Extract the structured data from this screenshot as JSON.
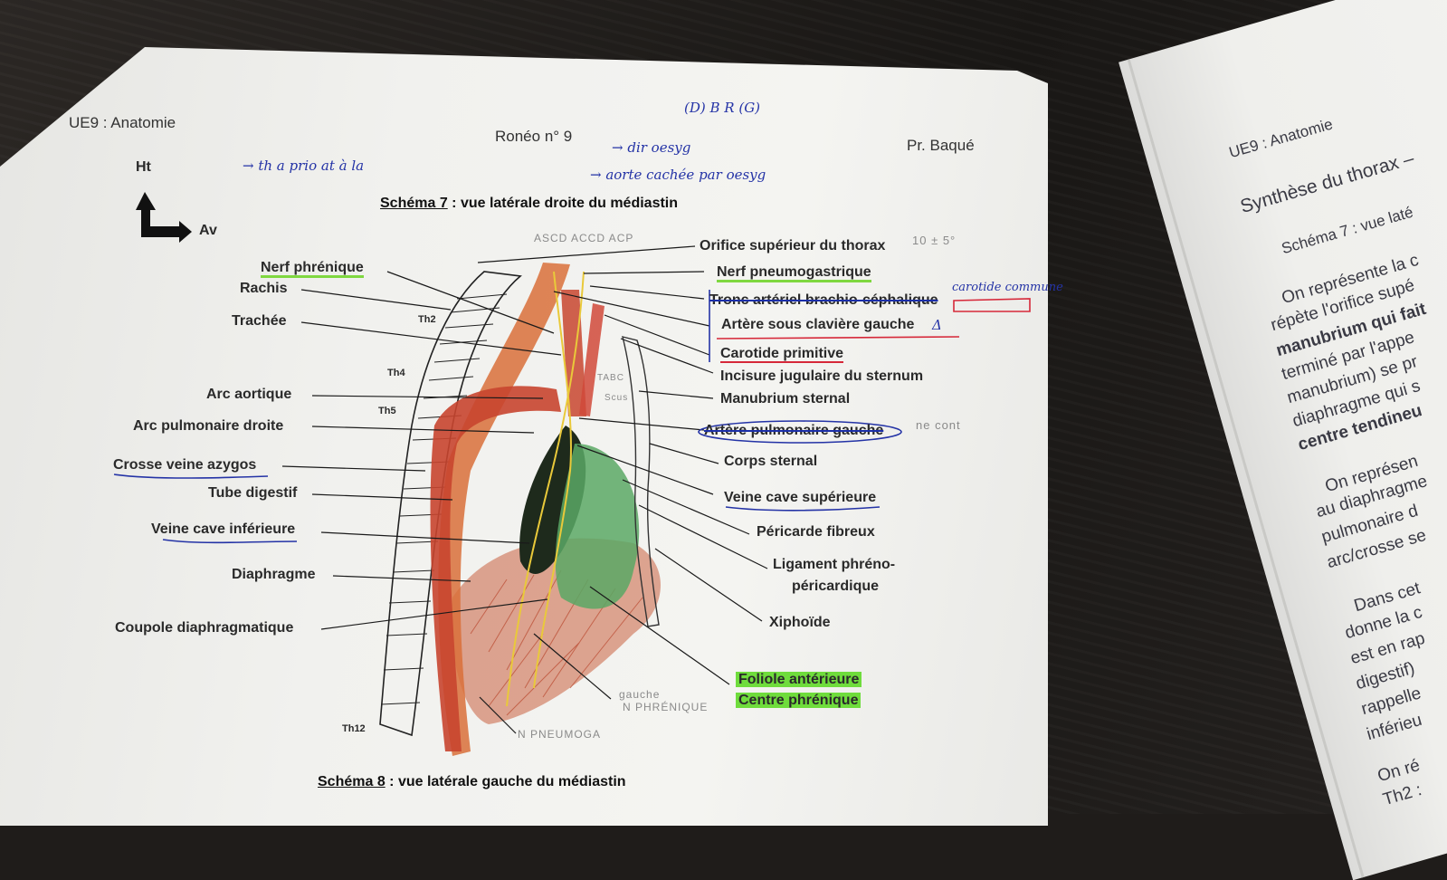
{
  "header": {
    "course": "UE9 : Anatomie",
    "roneo": "Ronéo n° 9",
    "professor": "Pr. Baqué"
  },
  "schema7": {
    "num": "Schéma 7",
    "desc": " : vue latérale droite du médiastin"
  },
  "schema8": {
    "num": "Schéma 8",
    "desc": " : vue latérale gauche du médiastin"
  },
  "orientation": {
    "up": "Ht",
    "forward": "Av"
  },
  "vertebrae": [
    "Th2",
    "Th4",
    "Th5",
    "Th12"
  ],
  "labels_left": [
    "Nerf phrénique",
    "Rachis",
    "Trachée",
    "Arc aortique",
    "Arc pulmonaire droite",
    "Crosse veine azygos",
    "Tube digestif",
    "Veine cave inférieure",
    "Diaphragme",
    "Coupole diaphragmatique"
  ],
  "labels_right": [
    "Orifice supérieur du thorax",
    "Nerf pneumogastrique",
    "Tronc artériel brachio-céphalique",
    "Artère sous clavière gauche",
    "Carotide primitive",
    "Incisure jugulaire du sternum",
    "Manubrium sternal",
    "Artère pulmonaire gauche",
    "Corps sternal",
    "Veine cave supérieure",
    "Péricarde fibreux",
    "Ligament phréno-",
    "péricardique",
    "Xiphoïde",
    "Foliole antérieure",
    "Centre phrénique"
  ],
  "pencil_notes": [
    "ASCD ACCD ACP",
    "TABC",
    "Scus",
    "gauche",
    "N PHRÉNIQUE",
    "N PNEUMOGA"
  ],
  "handwritten": {
    "top1": "(D) B R (G)",
    "top2": "→ dir oesyg",
    "top3": "→ aorte cachée par oesyg",
    "left_note": "→ th a prio at à la",
    "carotide_note": "carotide commune",
    "range_note": "10 ± 5°",
    "apg_note": "ne cont",
    "warn": "Δ"
  },
  "second_sheet": {
    "course": "UE9 : Anatomie",
    "title": "Synthèse du thorax –",
    "lines": [
      "Schéma 7 : vue laté",
      "On représente la c",
      "répète l'orifice supé",
      "manubrium qui fait",
      "terminé par l'appe",
      "manubrium) se pr",
      "diaphragme qui s",
      "centre tendineu",
      "On représen",
      "au diaphragme",
      "pulmonaire d",
      "arc/crosse se",
      "Dans cet",
      "donne la c",
      "est en rap",
      "digestif)",
      "rappelle",
      "inférieu",
      "On ré",
      "Th2 :"
    ]
  },
  "colors": {
    "aorta": "#c8452f",
    "esophagus": "#d9703a",
    "heart": "#1e2a1c",
    "pericardium": "#5aa865",
    "diaphragm": "#c8603f",
    "nerve": "#e9c93a",
    "highlight": "#6fdc3c",
    "ink_blue": "#2433a6"
  }
}
